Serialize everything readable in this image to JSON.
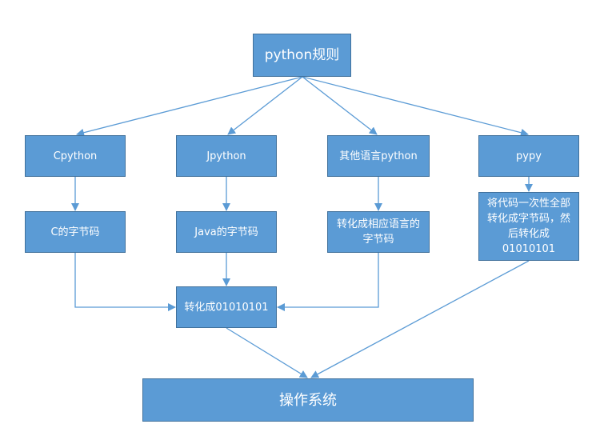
{
  "colors": {
    "box_fill": "#5b9bd5",
    "box_border": "#41719c",
    "arrow": "#5b9bd5",
    "text": "#ffffff"
  },
  "nodes": {
    "root": "python规则",
    "cpython": "Cpython",
    "jpython": "Jpython",
    "other_python": "其他语言python",
    "pypy": "pypy",
    "c_bytecode": "C的字节码",
    "java_bytecode": "Java的字节码",
    "other_bytecode": "转化成相应语言的字节码",
    "pypy_convert": "将代码一次性全部转化成字节码，然后转化成01010101",
    "binary": "转化成01010101",
    "os": "操作系统"
  }
}
